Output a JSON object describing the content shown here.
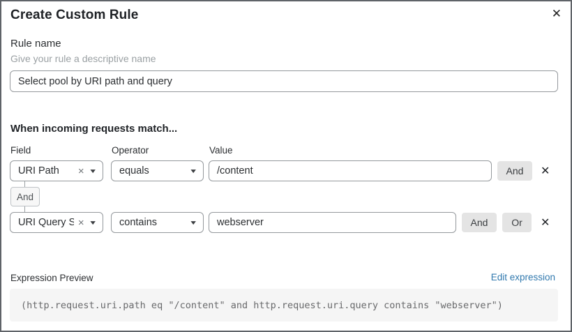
{
  "dialog": {
    "title": "Create Custom Rule"
  },
  "icons": {
    "close": "✕",
    "delete_row": "✕",
    "clear": "×",
    "caret_down": "▼"
  },
  "rule_name": {
    "label": "Rule name",
    "hint": "Give your rule a descriptive name",
    "value": "Select pool by URI path and query"
  },
  "matcher": {
    "heading": "When incoming requests match...",
    "columns": {
      "field": "Field",
      "operator": "Operator",
      "value": "Value"
    },
    "connector_label": "And",
    "rows": [
      {
        "field": "URI Path",
        "operator": "equals",
        "value": "/content",
        "buttons": [
          "And"
        ]
      },
      {
        "field": "URI Query St...",
        "operator": "contains",
        "value": "webserver",
        "buttons": [
          "And",
          "Or"
        ]
      }
    ]
  },
  "expression": {
    "label": "Expression Preview",
    "edit_link": "Edit expression",
    "code": "(http.request.uri.path eq \"/content\" and http.request.uri.query contains \"webserver\")"
  },
  "colors": {
    "link_blue": "#3179ae",
    "button_gray": "#e4e4e4",
    "border_gray": "#94989c",
    "code_bg": "#f5f5f5"
  }
}
